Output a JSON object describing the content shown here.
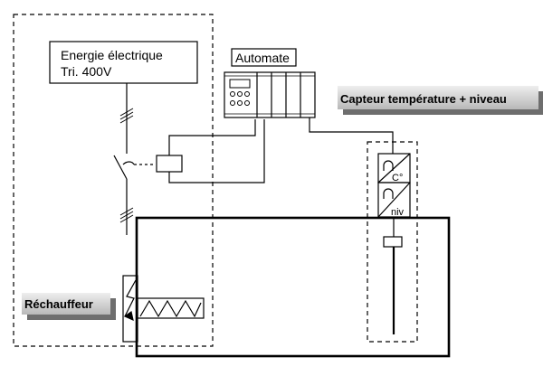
{
  "labels": {
    "power_line1": "Energie électrique",
    "power_line2": "Tri. 400V",
    "automate": "Automate",
    "sensor_banner": "Capteur température + niveau",
    "heater_banner": "Réchauffeur",
    "sensor_temp": "C°",
    "sensor_level": "niv"
  },
  "colors": {
    "line": "#000000",
    "banner_fill": "#c8c8c8",
    "banner_shadow": "#6e6e6e"
  }
}
